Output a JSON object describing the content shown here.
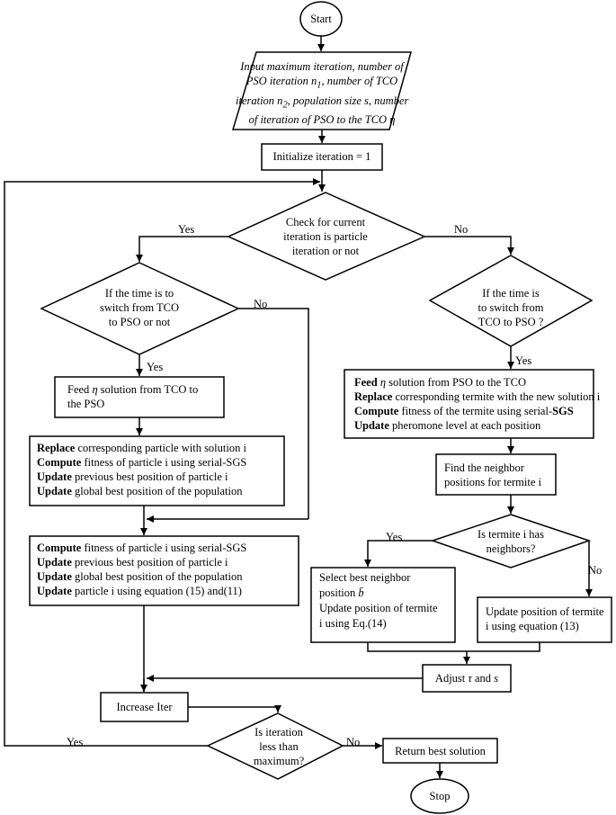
{
  "nodes": {
    "start": "Start",
    "input": [
      "Input maximum iteration, number of",
      "PSO iteration n1, number of TCO",
      "iteration n2, population size s, number",
      "of iteration of PSO to the TCO η"
    ],
    "input_parts": {
      "1a": "PSO iteration n",
      "1sub": "1",
      "1b": ", number of TCO",
      "2a": "iteration n",
      "2sub": "2",
      "2b": ", population size s, number"
    },
    "initialize": "Initialize iteration = 1",
    "check": [
      "Check for current",
      "iteration is particle",
      "iteration or not"
    ],
    "switch_left": [
      "If the time is to",
      "switch from TCO",
      "to PSO or not"
    ],
    "switch_right": [
      "If the time is",
      "to switch from",
      "TCO to PSO ?"
    ],
    "feed_left": {
      "0a": "Feed",
      "eta": "η",
      "0b": "solution from TCO to",
      "1": "the PSO"
    },
    "feed_right": {
      "0b": "Feed",
      "eta": "η",
      "0t": "solution from PSO to the TCO",
      "1b": "Replace",
      "1t": "corresponding termite with the new solution i",
      "2b": "Compute",
      "2t": "fitness of the termite using serial-",
      "2s": "SGS",
      "3b": "Update",
      "3t": "pheromone level at each position"
    },
    "replace": {
      "0b": "Replace",
      "0t": "corresponding particle with solution i",
      "1b": "Compute",
      "1t": "fitness of particle i using serial-SGS",
      "2b": "Update",
      "2t": "previous best position of particle i",
      "3b": "Update",
      "3t": "global best position of the population"
    },
    "find": [
      "Find the neighbor",
      "positions for termite i"
    ],
    "has_neighbors": [
      "Is termite i has",
      "neighbors?"
    ],
    "compute": {
      "0b": "Compute",
      "0t": "fitness of particle i using serial-SGS",
      "1b": "Update",
      "1t": "previous best position of particle i",
      "2b": "Update",
      "2t": "global best position of the population",
      "3b": "Update",
      "3t": "particle i using equation (15) and(11)"
    },
    "best_neighbor": {
      "0": "Select best neighbor",
      "1a": "position",
      "1sym": "b̄",
      "2": "Update position of termite",
      "3": "i using Eq.(14)"
    },
    "update_termite": [
      "Update position of termite",
      "i using equation (13)"
    ],
    "adjust": {
      "0": "Adjust",
      "tau": "τ",
      "1": "and",
      "s": "s"
    },
    "increase": "Increase Iter",
    "iteration_less": [
      "Is iteration",
      "less than",
      "maximum?"
    ],
    "return_best": "Return best solution",
    "stop": "Stop"
  },
  "labels": {
    "yes": "Yes",
    "no": "No"
  }
}
